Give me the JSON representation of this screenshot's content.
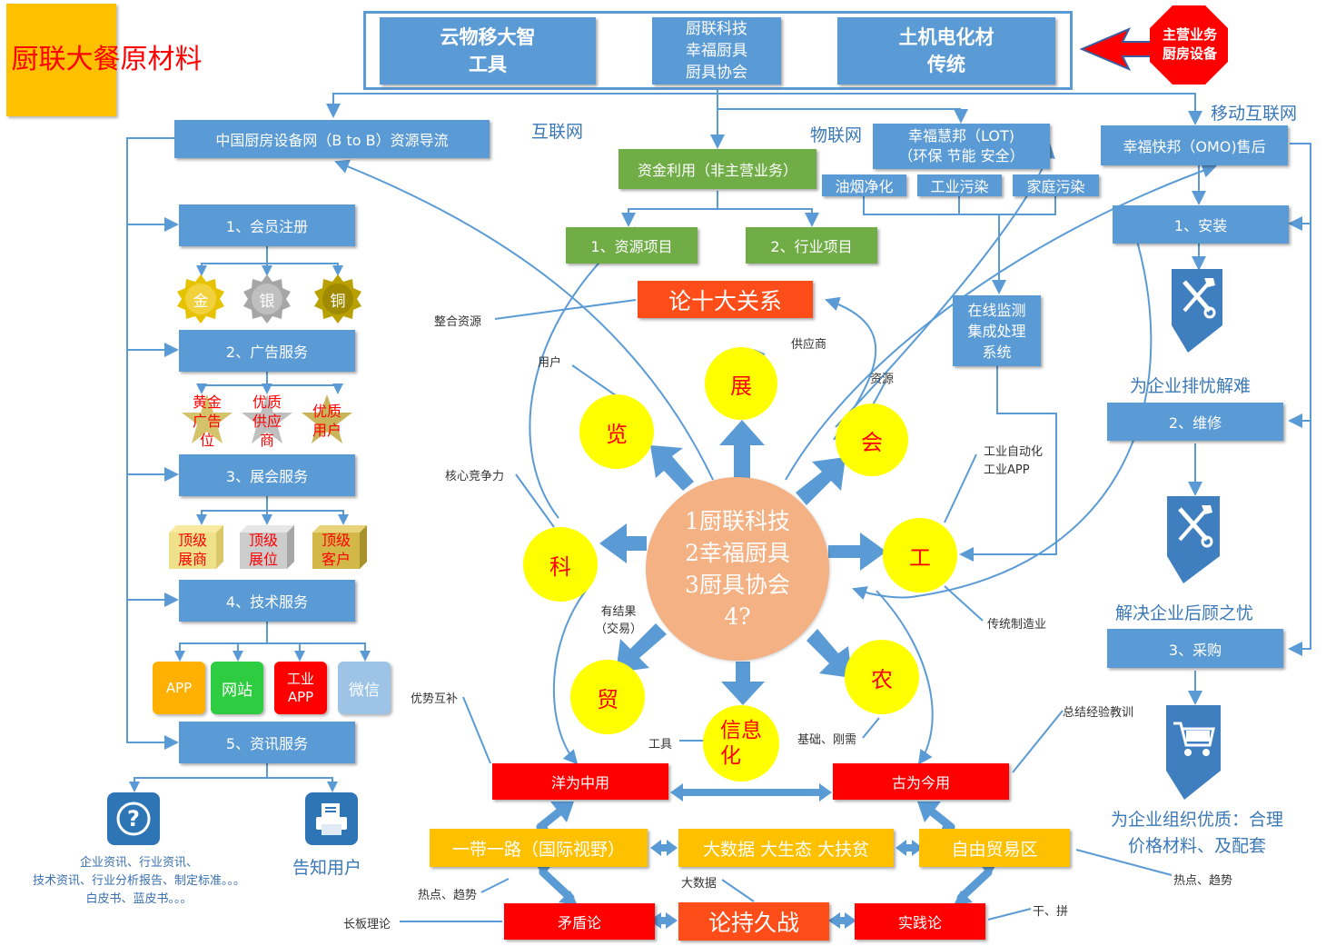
{
  "title": "厨联大餐原材料",
  "top": {
    "left": "云物移大智\n工具",
    "center": "厨联科技\n幸福厨具\n厨具协会",
    "right": "土机电化材\n传统"
  },
  "octagon": "主营业务\n厨房设备",
  "network": {
    "b2b": "中国厨房设备网（B to B）资源导流",
    "internet": "互联网",
    "iot": "物联网",
    "mobile": "移动互联网"
  },
  "lot": {
    "title": "幸福慧邦（LOT)\n（环保 节能 安全）",
    "items": [
      "油烟净化",
      "工业污染",
      "家庭污染"
    ]
  },
  "omo": "幸福快邦（OMO)售后",
  "capital": {
    "title": "资金利用（非主营业务）",
    "items": [
      "1、资源项目",
      "2、行业项目"
    ]
  },
  "ten": "论十大关系",
  "monitor": "在线监测\n集成处理\n系统",
  "left": {
    "s1": "1、会员注册",
    "medals": [
      "金",
      "银",
      "铜"
    ],
    "s2": "2、广告服务",
    "stars": [
      "黄金\n广告\n位",
      "优质\n供应\n商",
      "优质\n用户"
    ],
    "s3": "3、展会服务",
    "cubes": [
      "顶级\n展商",
      "顶级\n展位",
      "顶级\n客户"
    ],
    "s4": "4、技术服务",
    "apps": [
      "APP",
      "网站",
      "工业\nAPP",
      "微信"
    ],
    "s5": "5、资讯服务",
    "info": "企业资讯、行业资讯、\n技术资讯、行业分析报告、制定标准。。。\n白皮书、蓝皮书。。。",
    "notice": "告知用户"
  },
  "right": {
    "s1": "1、安装",
    "text1": "为企业排忧解难",
    "s2": "2、维修",
    "text2": "解决企业后顾之忧",
    "s3": "3、采购",
    "text3": "为企业组织优质：合理\n价格材料、及配套"
  },
  "center": "1厨联科技\n2幸福厨具\n3厨具协会\n4?",
  "circles": [
    "展",
    "会",
    "工",
    "农",
    "信息\n化",
    "贸",
    "科",
    "览"
  ],
  "labels": {
    "supplier": "供应商",
    "resource": "资源",
    "user": "用户",
    "integrate": "整合资源",
    "core": "核心竞争力",
    "industry": "工业自动化\n工业APP",
    "traditional": "传统制造业",
    "result": "有结果\n（交易）",
    "complement": "优势互补",
    "tool": "工具",
    "basic": "基础、刚需",
    "summary": "总结经验教训",
    "hot1": "热点、趋势",
    "hot2": "热点、趋势",
    "bigdata": "大数据",
    "longboard": "长板理论",
    "do": "干、拼"
  },
  "bottom": {
    "yang": "洋为中用",
    "gu": "古为今用",
    "belt": "一带一路（国际视野）",
    "big": "大数据 大生态 大扶贫",
    "ftz": "自由贸易区",
    "maodun": "矛盾论",
    "chijiu": "论持久战",
    "shijian": "实践论"
  }
}
